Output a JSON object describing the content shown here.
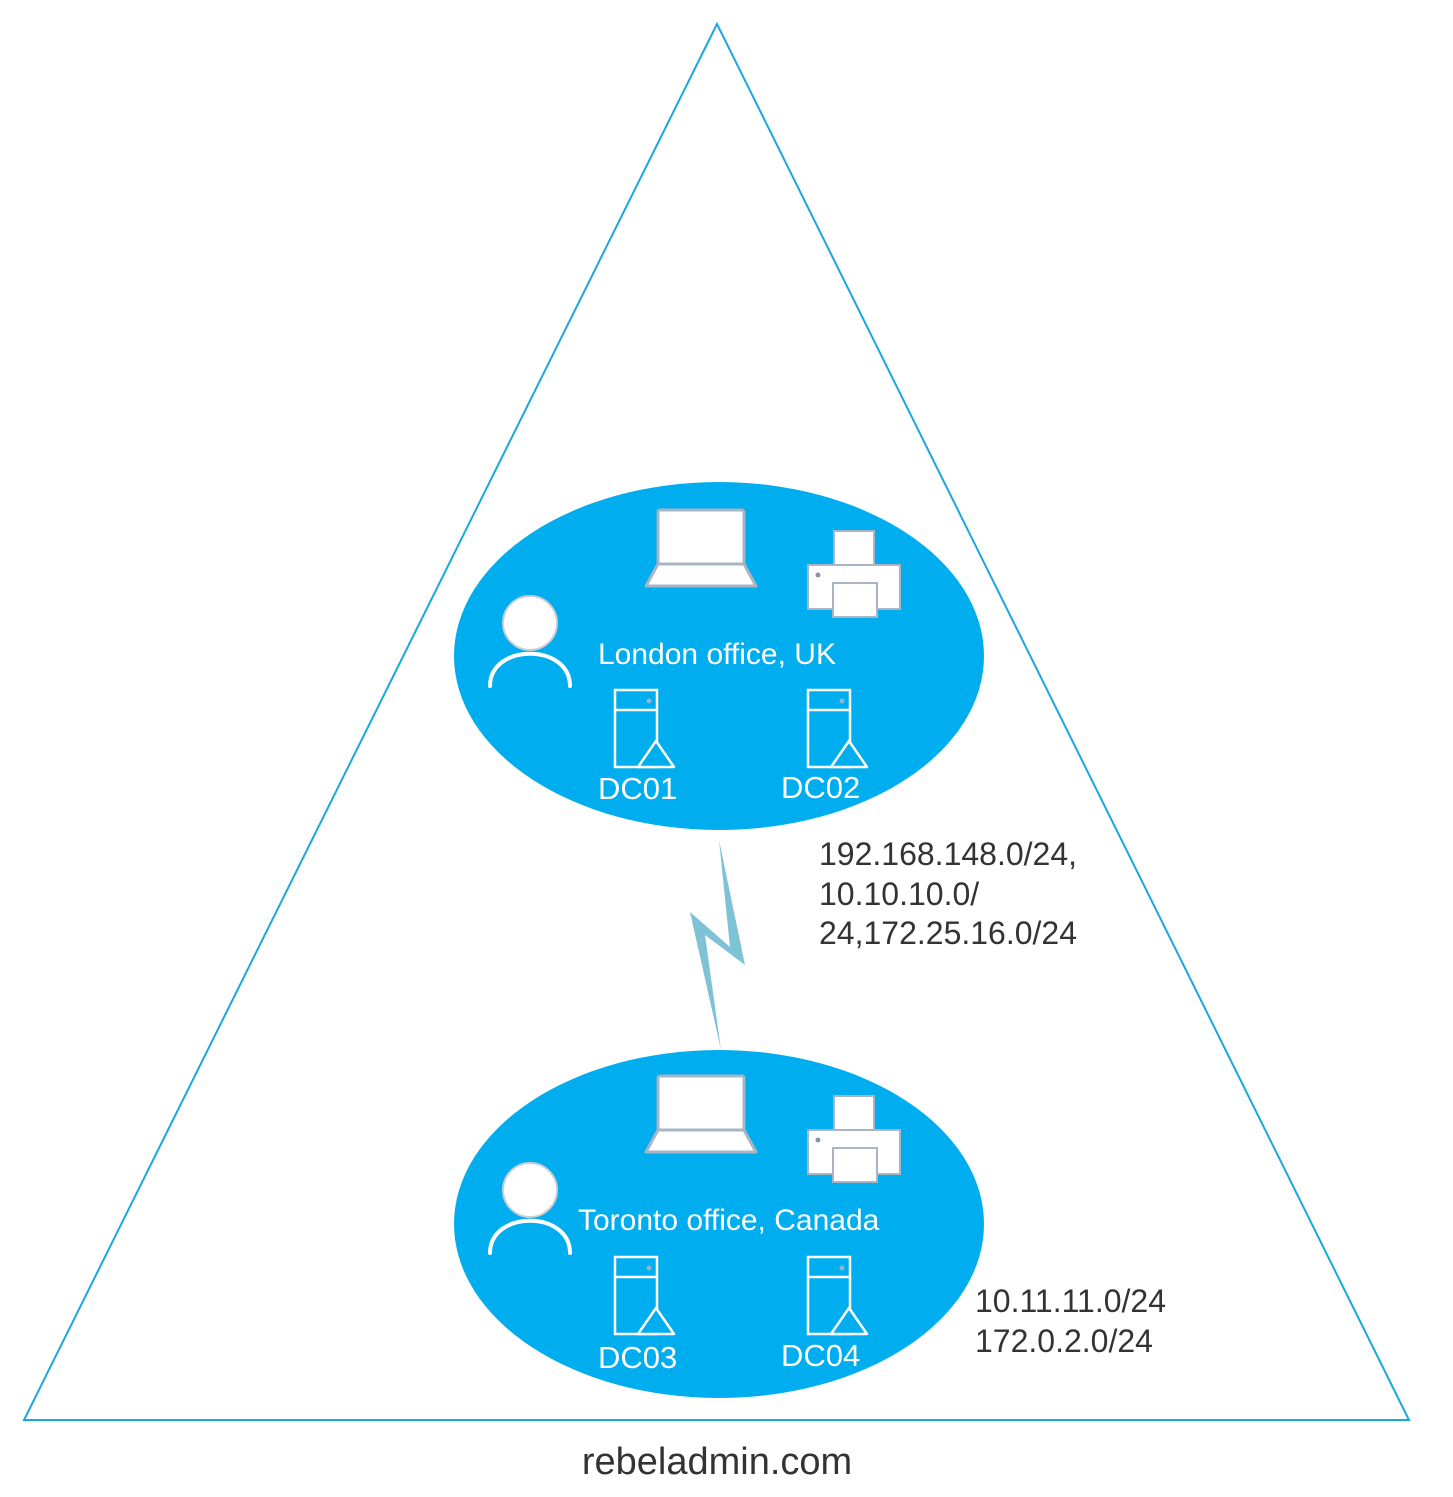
{
  "colors": {
    "forest_outline": "#1aa7e0",
    "site_fill": "#00adee",
    "wan_link": "#7ec2d6",
    "text": "#333333",
    "icon": "#ffffff"
  },
  "domain": {
    "name": "rebeladmin.com"
  },
  "sites": [
    {
      "name": "London office, UK",
      "dcs": [
        "DC01",
        "DC02"
      ],
      "subnets": [
        "192.168.148.0/24,",
        "10.10.10.0/",
        "24,172.25.16.0/24"
      ],
      "icons": [
        "user-icon",
        "laptop-icon",
        "printer-icon",
        "server-icon",
        "server-icon"
      ]
    },
    {
      "name": "Toronto office, Canada",
      "dcs": [
        "DC03",
        "DC04"
      ],
      "subnets": [
        "10.11.11.0/24",
        "172.0.2.0/24"
      ],
      "icons": [
        "user-icon",
        "laptop-icon",
        "printer-icon",
        "server-icon",
        "server-icon"
      ]
    }
  ],
  "link": {
    "icon": "wan-link-lightning-icon"
  }
}
